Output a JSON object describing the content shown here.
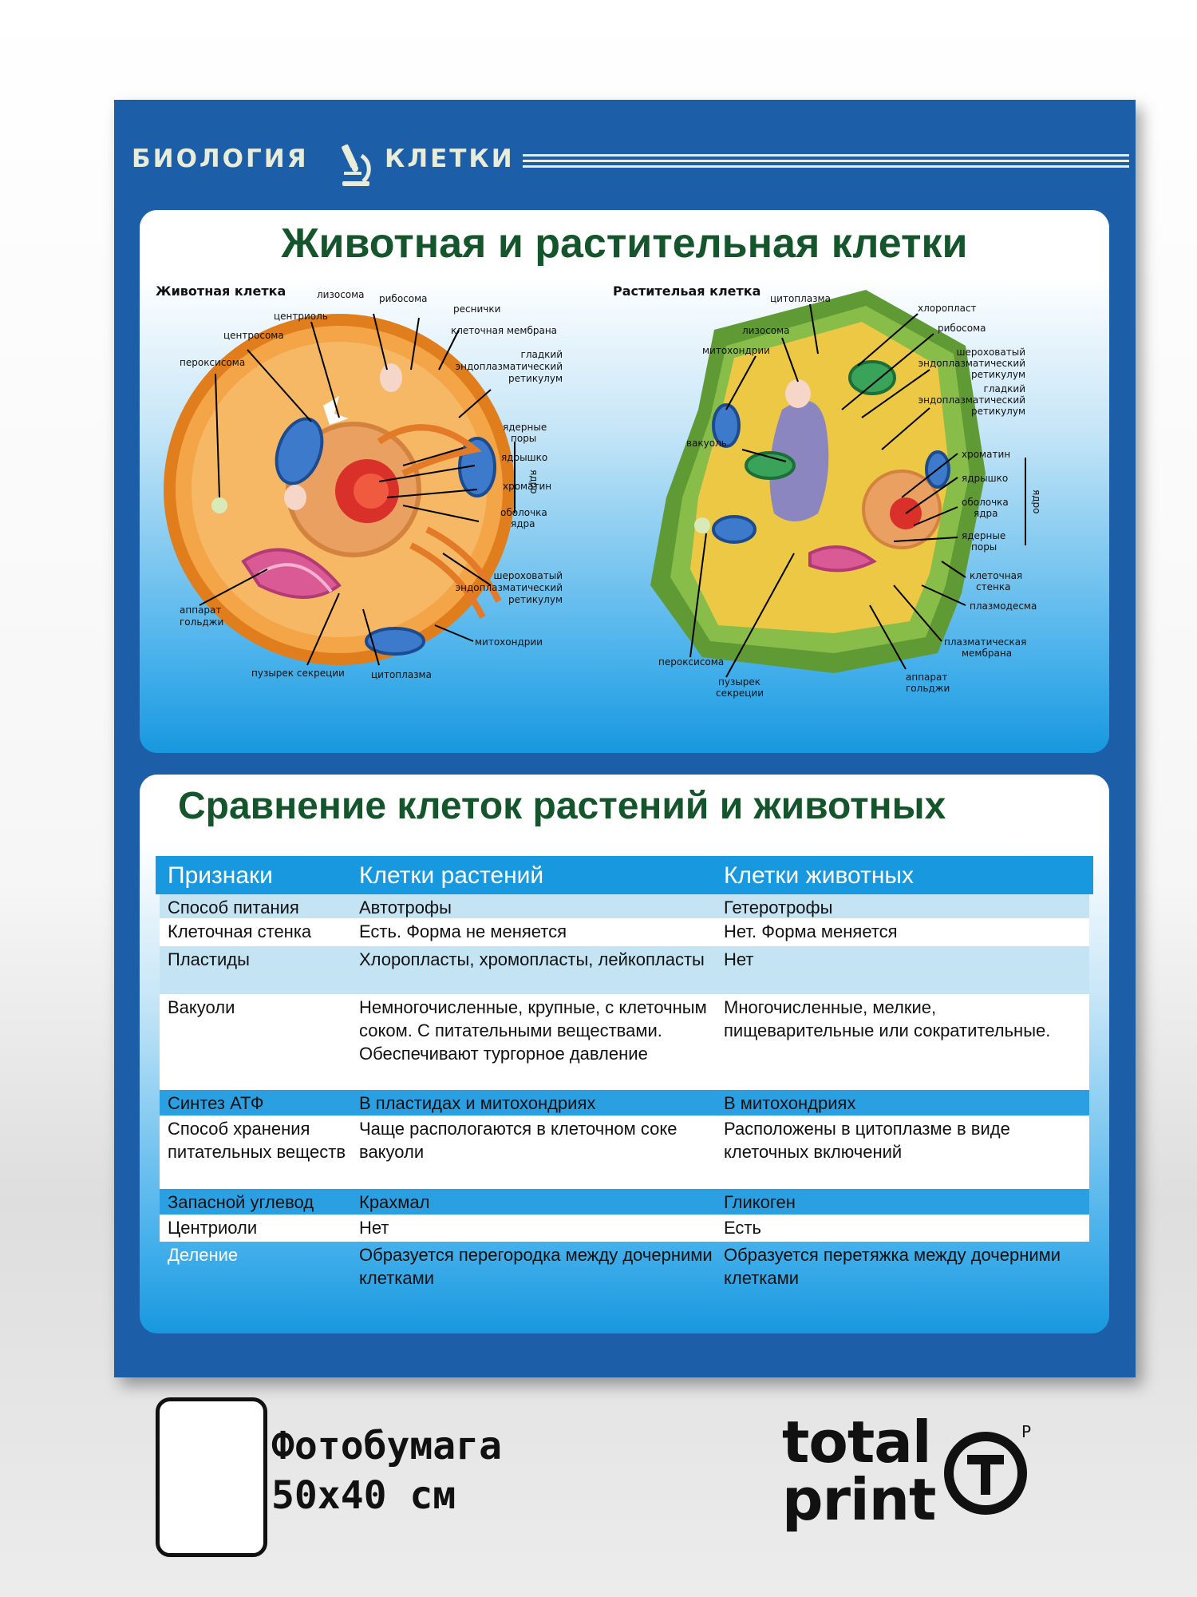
{
  "header": {
    "left_word": "БИОЛОГИЯ",
    "right_word": "КЛЕТКИ"
  },
  "panel1": {
    "title": "Животная и растительная клетки",
    "animal": {
      "subtitle": "Животная клетка",
      "labels": {
        "lysosome": "лизосома",
        "ribosome": "рибосома",
        "cilia": "реснички",
        "centriole": "центриоль",
        "membrane": "клеточная мембрана",
        "centrosome": "центросома",
        "peroxisome": "пероксисома",
        "smooth_er_1": "гладкий",
        "smooth_er_2": "эндоплазматический",
        "smooth_er_3": "ретикулум",
        "nuclear_pores_1": "ядерные",
        "nuclear_pores_2": "поры",
        "nucleolus": "ядрышко",
        "chromatin": "хроматин",
        "envelope_1": "оболочка",
        "envelope_2": "ядра",
        "nucleus": "ядро",
        "rough_er_1": "шероховатый",
        "rough_er_2": "эндоплазматический",
        "rough_er_3": "ретикулум",
        "golgi_1": "аппарат",
        "golgi_2": "гольджи",
        "mitochondria": "митохондрии",
        "vesicle": "пузырек секреции",
        "cytoplasm": "цитоплазма"
      }
    },
    "plant": {
      "subtitle": "Растительая клетка",
      "labels": {
        "cytoplasm": "цитоплазма",
        "chloroplast": "хлоропласт",
        "lysosome": "лизосома",
        "ribosome": "рибосома",
        "mitochondria": "митохондрии",
        "rough_er_1": "шероховатый",
        "rough_er_2": "эндоплазматический",
        "rough_er_3": "ретикулум",
        "smooth_er_1": "гладкий",
        "smooth_er_2": "эндоплазматический",
        "smooth_er_3": "ретикулум",
        "vacuole": "вакуоль",
        "chromatin": "хроматин",
        "nucleolus": "ядрышко",
        "envelope_1": "оболочка",
        "envelope_2": "ядра",
        "nucleus": "ядро",
        "nuclear_pores_1": "ядерные",
        "nuclear_pores_2": "поры",
        "cell_wall_1": "клеточная",
        "cell_wall_2": "стенка",
        "plasmodesma": "плазмодесма",
        "plasma_membrane_1": "плазматическая",
        "plasma_membrane_2": "мембрана",
        "golgi_1": "аппарат",
        "golgi_2": "гольджи",
        "peroxisome": "пероксисома",
        "vesicle_1": "пузырек",
        "vesicle_2": "секреции"
      }
    }
  },
  "panel2": {
    "title": "Сравнение клеток растений и животных",
    "headers": [
      "Признаки",
      "Клетки растений",
      "Клетки животных"
    ],
    "rows": [
      {
        "feature": "Способ питания",
        "plant": "Автотрофы",
        "animal": "Гетеротрофы"
      },
      {
        "feature": "Клеточная стенка",
        "plant": "Есть. Форма не меняется",
        "animal": "Нет. Форма меняется"
      },
      {
        "feature": "Пластиды",
        "plant": "Хлоропласты, хромопласты, лейкопласты",
        "animal": "Нет"
      },
      {
        "feature": "Вакуоли",
        "plant": "Немногочисленные, крупные, с клеточным соком. С питательными веществами. Обеспечивают  тургорное давление",
        "animal": "Многочисленные, мелкие, пищеварительные или сократительные."
      },
      {
        "feature": "Синтез АТФ",
        "plant": "В пластидах и митохондриях",
        "animal": "В митохондриях"
      },
      {
        "feature": "Способ хранения питательных веществ",
        "plant": "Чаще распологаются в клеточном соке вакуоли",
        "animal": "Расположены в цитоплазме в виде клеточных включений"
      },
      {
        "feature": "Запасной углевод",
        "plant": "Крахмал",
        "animal": "Гликоген"
      },
      {
        "feature": "Центриоли",
        "plant": "Нет",
        "animal": "Есть"
      },
      {
        "feature": "Деление",
        "plant": "Образуется перегородка между дочерними клетками",
        "animal": "Образуется перетяжка между дочерними клетками"
      }
    ]
  },
  "footer": {
    "material": "Фотобумага",
    "size": "50x40 см",
    "logo_line1": "total",
    "logo_line2": "print",
    "logo_superscript": "P"
  },
  "colors": {
    "poster_blue": "#1d5ea8",
    "title_green": "#14552b",
    "table_blue": "#1898df"
  }
}
